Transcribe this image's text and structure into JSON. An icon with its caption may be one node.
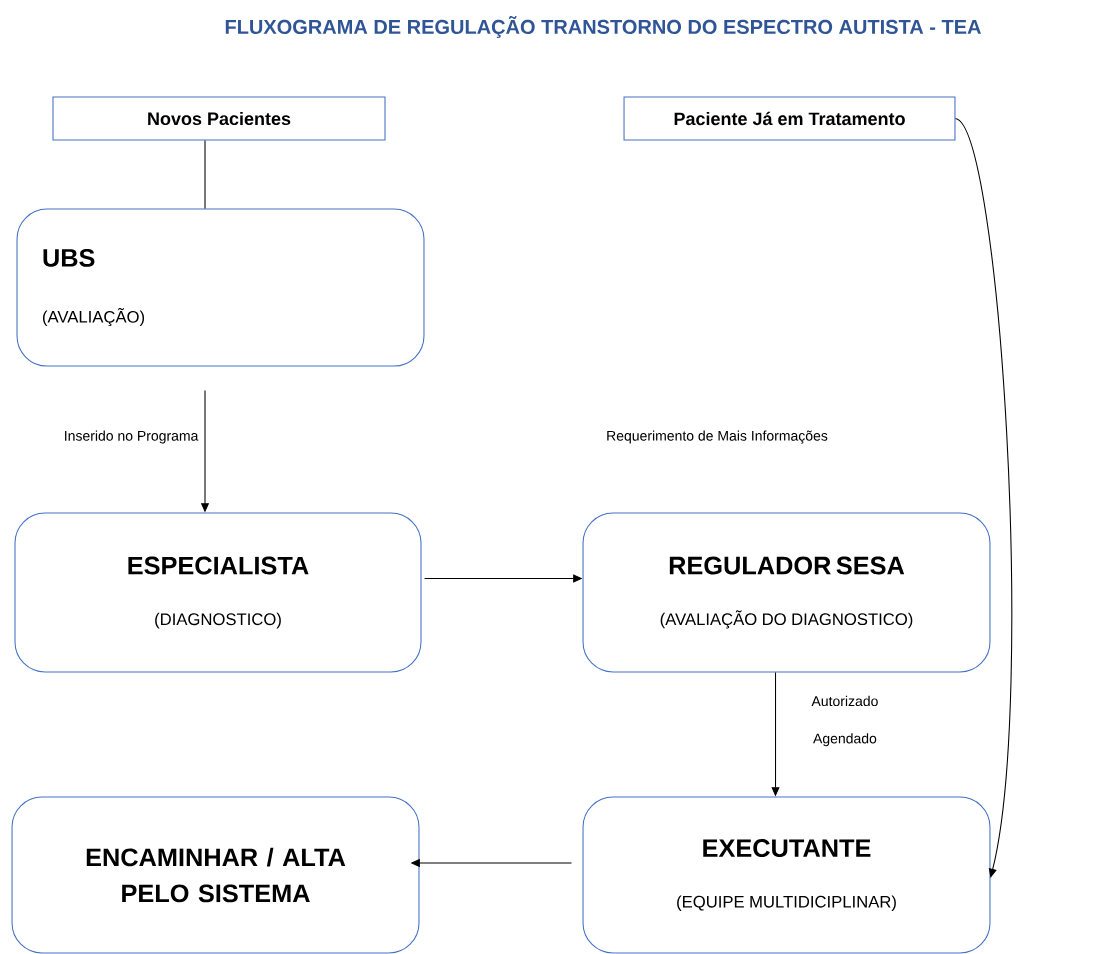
{
  "diagram": {
    "title": "FLUXOGRAMA DE REGULAÇÃO TRANSTORNO DO ESPECTRO AUTISTA - TEA",
    "nodes": [
      {
        "text": [
          "Novos Pacientes"
        ]
      },
      {
        "text": [
          "Paciente Já em Tratamento"
        ]
      },
      {
        "text": [
          "UBS",
          "(AVALIAÇÃO)"
        ]
      },
      {
        "text": [
          "ESPECIALISTA",
          "(DIAGNOSTICO)"
        ]
      },
      {
        "text": [
          "REGULADOR SESA",
          "(AVALIAÇÃO DO DIAGNOSTICO)"
        ]
      },
      {
        "text": [
          "EXECUTANTE",
          "(EQUIPE MULTIDICIPLINAR)"
        ]
      },
      {
        "text": [
          "ENCAMINHAR / ALTA PELO SISTEMA"
        ]
      }
    ],
    "edges": [
      {
        "from": 0,
        "to": 2,
        "arrow": "none"
      },
      {
        "from": 2,
        "to": 3,
        "arrow": "to",
        "label": "Inserido no Programa"
      },
      {
        "from": 3,
        "to": 4,
        "arrow": "to"
      },
      {
        "from": 4,
        "to": 5,
        "arrow": "to",
        "label": "Autorizado Agendado"
      },
      {
        "from": 1,
        "to": 5,
        "arrow": "to"
      },
      {
        "from": 5,
        "to": 6,
        "arrow": "to"
      }
    ],
    "labels": [
      "Requerimento de Mais Informações"
    ]
  }
}
